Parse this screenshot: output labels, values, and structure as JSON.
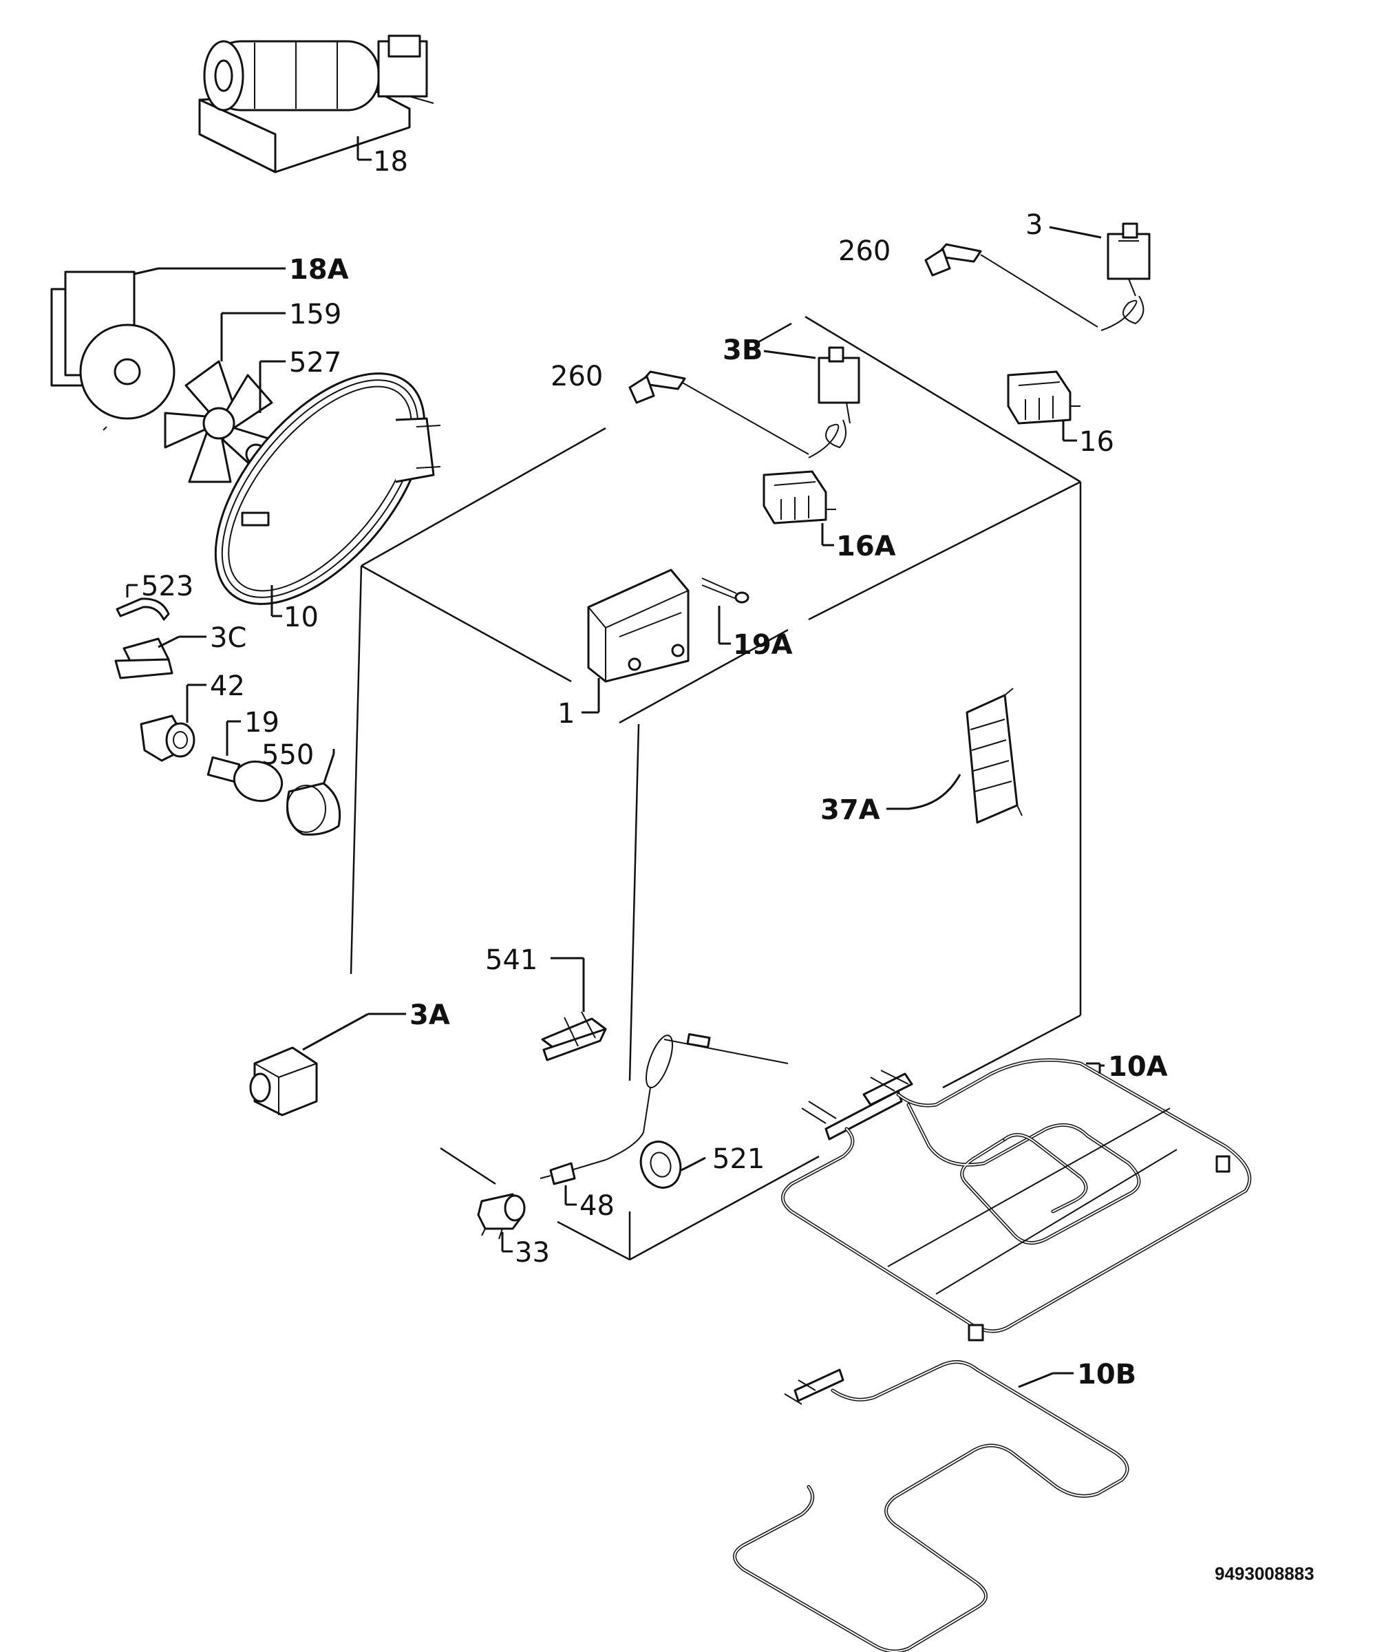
{
  "diagram": {
    "doc_code": "9493008883",
    "callouts": {
      "p18": "18",
      "p18A": "18A",
      "p159": "159",
      "p527": "527",
      "p10": "10",
      "p523": "523",
      "p3C": "3C",
      "p42": "42",
      "p19": "19",
      "p550": "550",
      "p260a": "260",
      "p3": "3",
      "p260b": "260",
      "p3B": "3B",
      "p16": "16",
      "p16A": "16A",
      "p19A": "19A",
      "p1": "1",
      "p37A": "37A",
      "p541": "541",
      "p3A": "3A",
      "p10A": "10A",
      "p521": "521",
      "p48": "48",
      "p33": "33",
      "p10B": "10B"
    }
  }
}
